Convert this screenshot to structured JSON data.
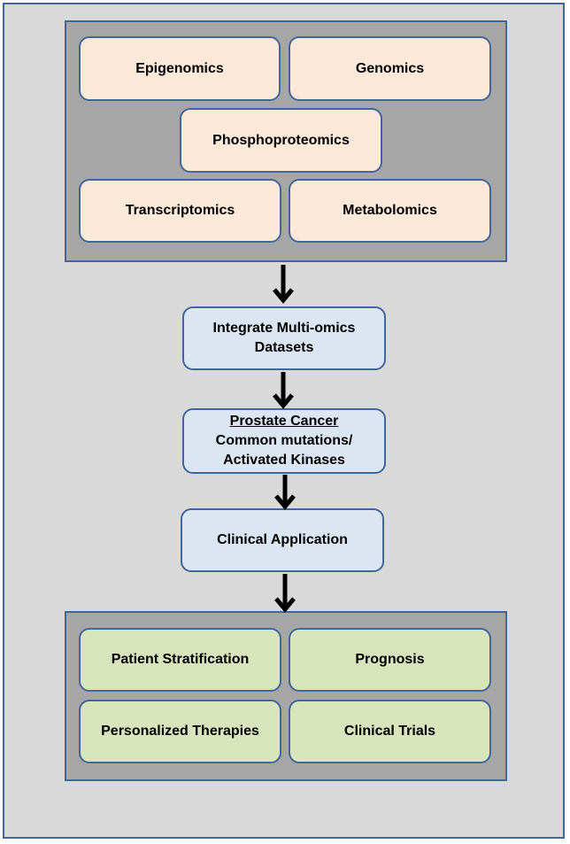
{
  "omics": {
    "epigenomics": "Epigenomics",
    "genomics": "Genomics",
    "phosphoproteomics": "Phosphoproteomics",
    "transcriptomics": "Transcriptomics",
    "metabolomics": "Metabolomics"
  },
  "steps": {
    "integrate_line1": "Integrate Multi-omics",
    "integrate_line2": "Datasets",
    "prostate_title": "Prostate Cancer",
    "prostate_line2": "Common mutations/",
    "prostate_line3": "Activated Kinases",
    "clinical_application": "Clinical Application"
  },
  "outcomes": {
    "patient_stratification": "Patient Stratification",
    "prognosis": "Prognosis",
    "personalized_therapies": "Personalized Therapies",
    "clinical_trials": "Clinical Trials"
  },
  "colors": {
    "frame_bg": "#d9d9d9",
    "group_bg": "#a6a6a6",
    "border": "#41669a",
    "omics_fill": "#fde9d9",
    "process_fill": "#dce6f2",
    "outcome_fill": "#d8e4bc",
    "arrow": "#000000"
  }
}
